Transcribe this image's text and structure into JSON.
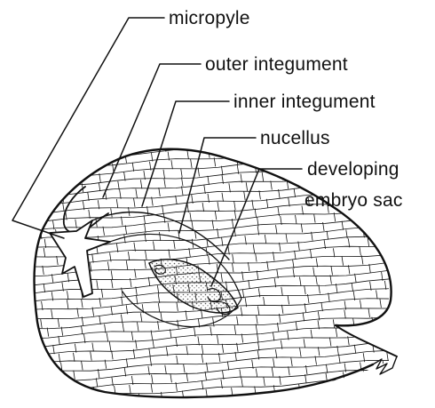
{
  "diagram": {
    "labels": {
      "micropyle": "micropyle",
      "outer_integument": "outer integument",
      "inner_integument": "inner integument",
      "nucellus": "nucellus",
      "embryo_sac_line1": "developing",
      "embryo_sac_line2": "embryo sac"
    },
    "colors": {
      "ink": "#111111",
      "background": "#ffffff",
      "embryo_sac_stipple": "#555555"
    }
  }
}
